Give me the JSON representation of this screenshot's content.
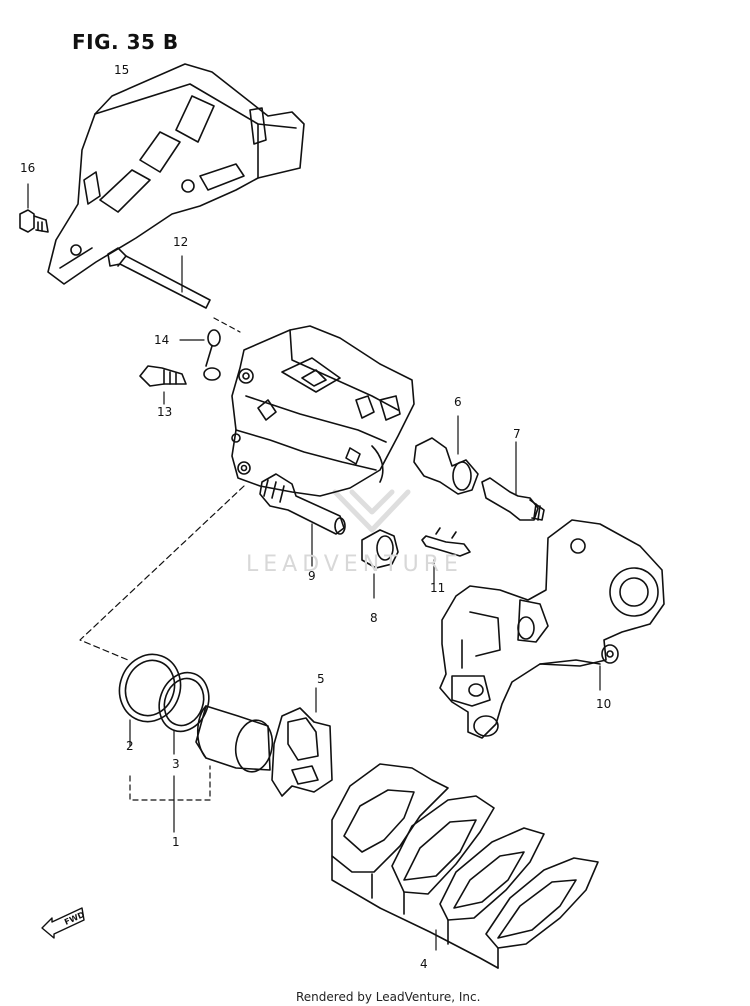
{
  "figure": {
    "title": "FIG. 35 B",
    "watermark": "LEADVENTURE",
    "credit": "Rendered by LeadVenture, Inc.",
    "forward_marker": "FWD"
  },
  "callouts": {
    "c1": "1",
    "c2": "2",
    "c3": "3",
    "c4": "4",
    "c5": "5",
    "c6": "6",
    "c7": "7",
    "c8": "8",
    "c9": "9",
    "c10": "10",
    "c11": "11",
    "c12": "12",
    "c13": "13",
    "c14": "14",
    "c15": "15",
    "c16": "16"
  },
  "icons": {
    "forward": "fwd-arrow-icon",
    "watermark_logo": "leadventure-logo-icon"
  }
}
